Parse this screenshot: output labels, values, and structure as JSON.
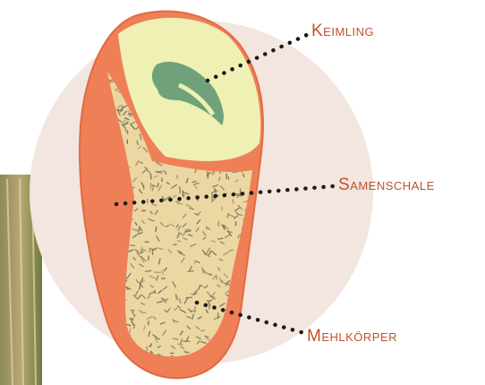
{
  "diagram": {
    "labels": {
      "keimling": "Keimling",
      "samenschale": "Samenschale",
      "mehlkoerper": "Mehlkörper"
    }
  },
  "colors": {
    "background_disc": "#f3e6e0",
    "seed_coat": "#ef7f57",
    "seed_coat_edge": "#e06b42",
    "germ": "#eef0b4",
    "germ_core": "#6fa27a",
    "endosperm": "#ecd7a3",
    "speckle": "#6e6a55",
    "label_text": "#c0522b",
    "leader_dots": "#1a1a1a"
  }
}
